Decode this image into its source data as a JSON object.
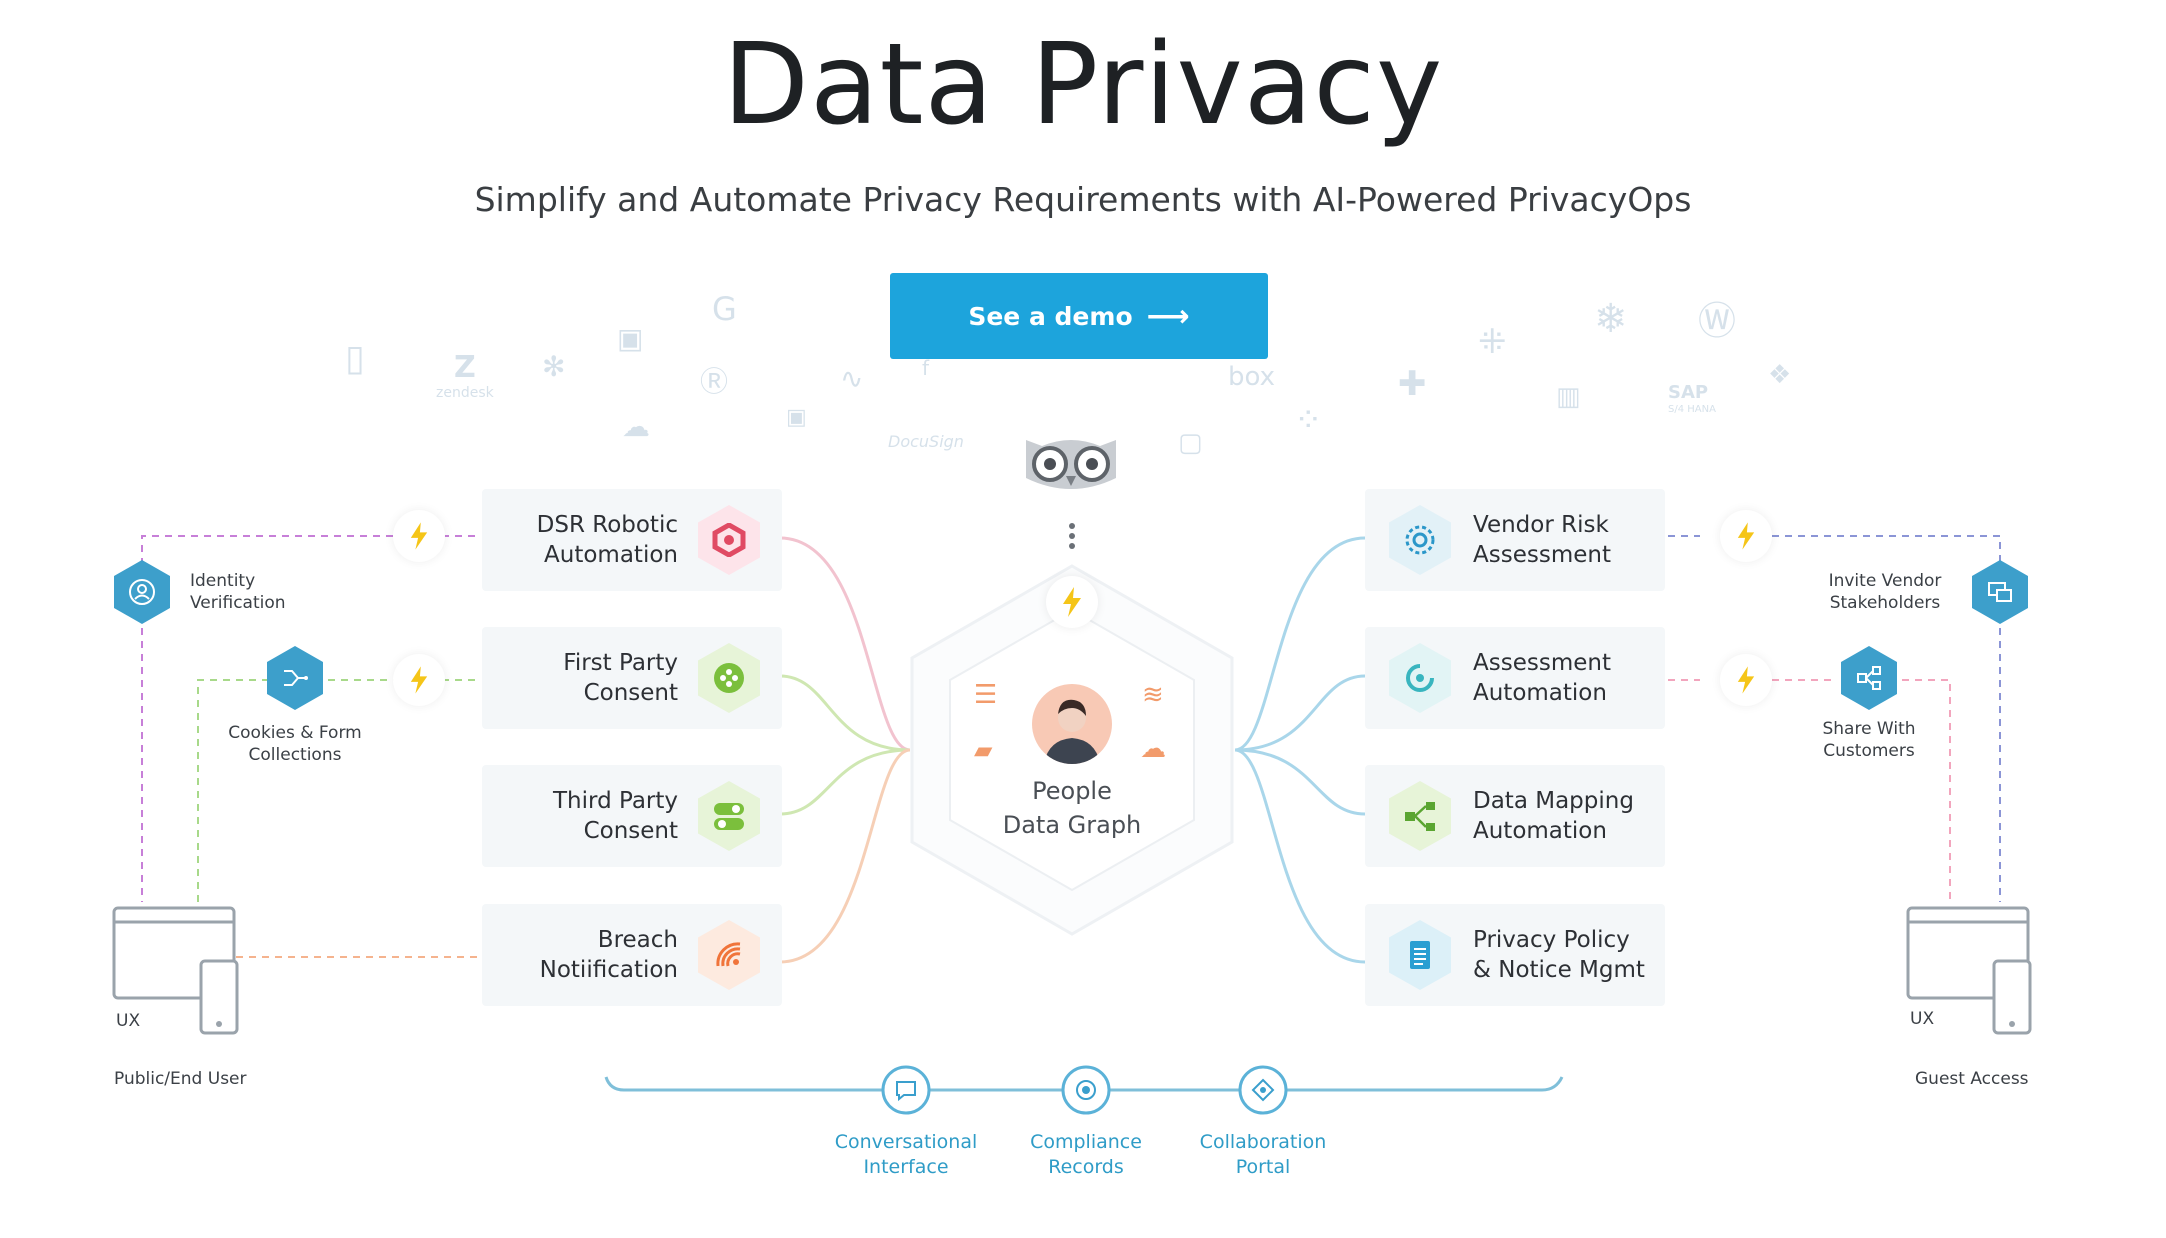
{
  "header": {
    "title": "Data Privacy",
    "subtitle": "Simplify and Automate Privacy Requirements with AI-Powered PrivacyOps",
    "cta_label": "See a demo",
    "cta_arrow": "⟶"
  },
  "center": {
    "line1": "People",
    "line2": "Data Graph"
  },
  "left_cards": [
    {
      "label1": "DSR Robotic",
      "label2": "Automation",
      "icon": "dsr-robot-icon"
    },
    {
      "label1": "First Party",
      "label2": "Consent",
      "icon": "consent-dots-icon"
    },
    {
      "label1": "Third Party",
      "label2": "Consent",
      "icon": "toggle-icon"
    },
    {
      "label1": "Breach",
      "label2": "Notiification",
      "icon": "breach-signal-icon"
    }
  ],
  "right_cards": [
    {
      "label1": "Vendor Risk",
      "label2": "Assessment",
      "icon": "vendor-risk-icon"
    },
    {
      "label1": "Assessment",
      "label2": "Automation",
      "icon": "assessment-icon"
    },
    {
      "label1": "Data Mapping",
      "label2": "Automation",
      "icon": "data-mapping-icon"
    },
    {
      "label1": "Privacy Policy",
      "label2": "& Notice Mgmt",
      "icon": "policy-doc-icon"
    }
  ],
  "left_side": {
    "identity": {
      "line1": "Identity",
      "line2": "Verification"
    },
    "cookies": {
      "line1": "Cookies & Form",
      "line2": "Collections"
    },
    "ux_label": "UX",
    "user_label": "Public/End User"
  },
  "right_side": {
    "invite": {
      "line1": "Invite Vendor",
      "line2": "Stakeholders"
    },
    "share": {
      "line1": "Share With",
      "line2": "Customers"
    },
    "ux_label": "UX",
    "user_label": "Guest Access"
  },
  "bottom": [
    {
      "line1": "Conversational",
      "line2": "Interface",
      "icon": "chat-icon"
    },
    {
      "line1": "Compliance",
      "line2": "Records",
      "icon": "records-icon"
    },
    {
      "line1": "Collaboration",
      "line2": "Portal",
      "icon": "portal-icon"
    }
  ],
  "background_logos": {
    "zendesk": "zendesk",
    "box": "box",
    "docusign": "DocuSign",
    "sap": "SAP",
    "sap_sub": "S/4 HANA"
  },
  "colors": {
    "accent_blue": "#1da4dc",
    "purple_dash": "#c77fd8",
    "green_dash": "#a8d98a",
    "orange_dash": "#f5b38e",
    "blue_dash": "#8b95d6",
    "pink_dash": "#f2a5bd",
    "bolt_yellow": "#f5c518"
  }
}
